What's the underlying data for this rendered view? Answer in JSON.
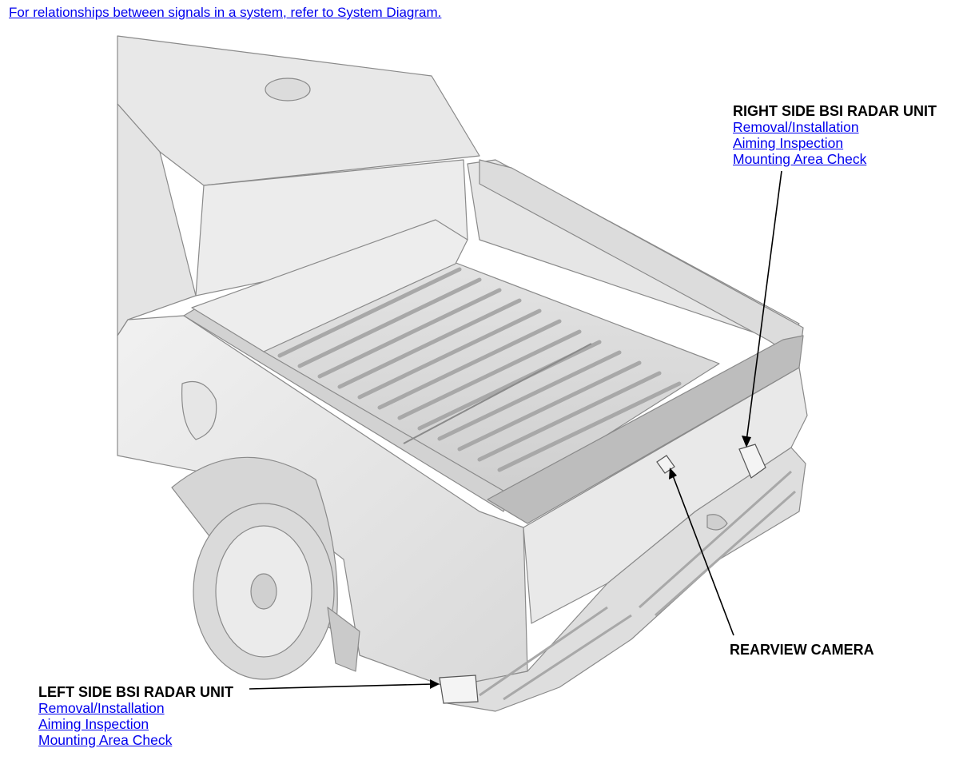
{
  "top_link": "For relationships between signals in a system, refer to System Diagram.",
  "callouts": {
    "right_radar": {
      "title": "RIGHT SIDE BSI RADAR UNIT",
      "links": [
        "Removal/Installation",
        "Aiming Inspection",
        "Mounting Area Check"
      ]
    },
    "left_radar": {
      "title": "LEFT SIDE BSI RADAR UNIT",
      "links": [
        "Removal/Installation",
        "Aiming Inspection",
        "Mounting Area Check"
      ]
    },
    "camera": {
      "title": "REARVIEW CAMERA"
    }
  },
  "colors": {
    "link": "#0000ee",
    "body": "#e6e6e6",
    "outline": "#8a8a8a"
  }
}
